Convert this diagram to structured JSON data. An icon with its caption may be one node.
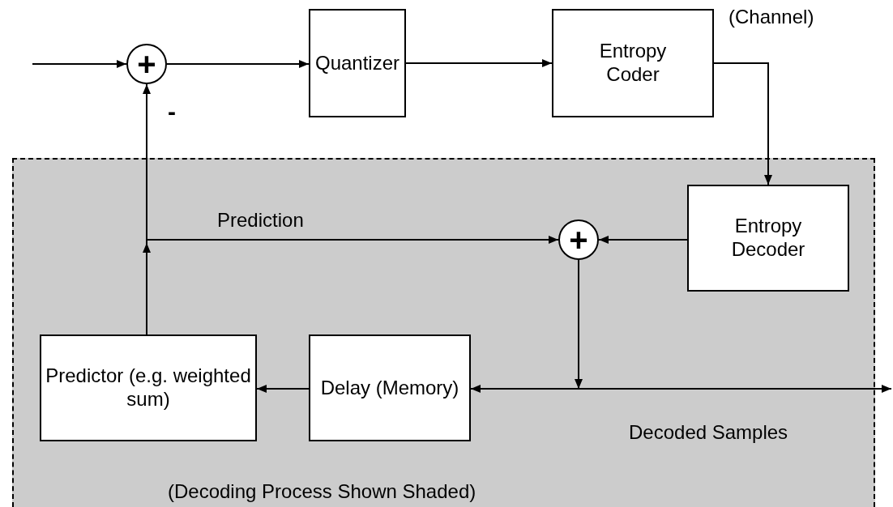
{
  "diagram": {
    "nodes": [
      {
        "text": [
          "+"
        ]
      },
      {
        "text": [
          "Quantizer"
        ]
      },
      {
        "text": [
          "Entropy Coder"
        ],
        "beside": [
          "(Channel)"
        ]
      },
      {
        "text": [
          "(Decoding Process Shown Shaded)"
        ]
      },
      {
        "text": [
          "Entropy Decoder"
        ],
        "in": 3
      },
      {
        "text": [
          "+"
        ],
        "in": 3
      },
      {
        "text": [
          "Predictor (e.g. weighted sum)"
        ],
        "in": 3
      },
      {
        "text": [
          "Delay (Memory)"
        ],
        "in": 3
      }
    ],
    "edges": [
      {
        "from": null,
        "to": 0,
        "arrow": "to"
      },
      {
        "from": 0,
        "to": 1,
        "arrow": "to"
      },
      {
        "from": 1,
        "to": 2,
        "arrow": "to"
      },
      {
        "from": 2,
        "to": 4,
        "arrow": "to"
      },
      {
        "from": 4,
        "to": 5,
        "arrow": "to"
      },
      {
        "from": 6,
        "to": 0,
        "arrow": "to",
        "label": "-"
      },
      {
        "from": 6,
        "to": 5,
        "arrow": "to",
        "label": "Prediction"
      },
      {
        "from": 5,
        "to": 7,
        "arrow": "to"
      },
      {
        "from": 5,
        "to": null,
        "arrow": "to",
        "label": "Decoded Samples"
      },
      {
        "from": 7,
        "to": 6,
        "arrow": "to"
      }
    ]
  }
}
